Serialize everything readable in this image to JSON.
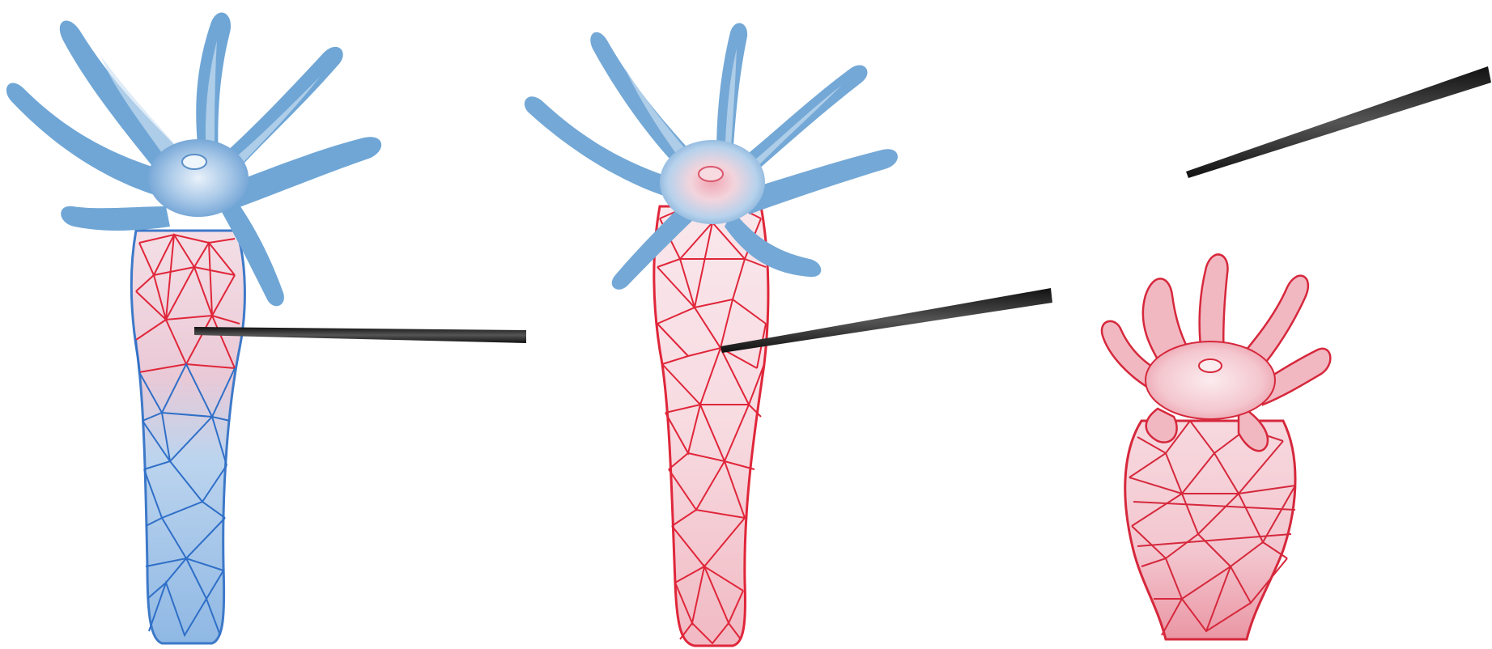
{
  "figure": {
    "panels": [
      {
        "id": "panel-1",
        "state": "relaxed",
        "mesh_colors": [
          "blue",
          "red"
        ],
        "has_probe": true
      },
      {
        "id": "panel-2",
        "state": "activated",
        "mesh_colors": [
          "red"
        ],
        "has_probe": true
      },
      {
        "id": "panel-3",
        "state": "contracted",
        "mesh_colors": [
          "red"
        ],
        "has_probe": true
      }
    ],
    "colors": {
      "tentacle_blue": "#6fa6d6",
      "tentacle_blue_light": "#cfe2f3",
      "mesh_blue": "#2f6fc8",
      "mesh_red": "#e0263a",
      "body_pink": "#f6d2d8",
      "probe": "#2b2b2b"
    }
  }
}
